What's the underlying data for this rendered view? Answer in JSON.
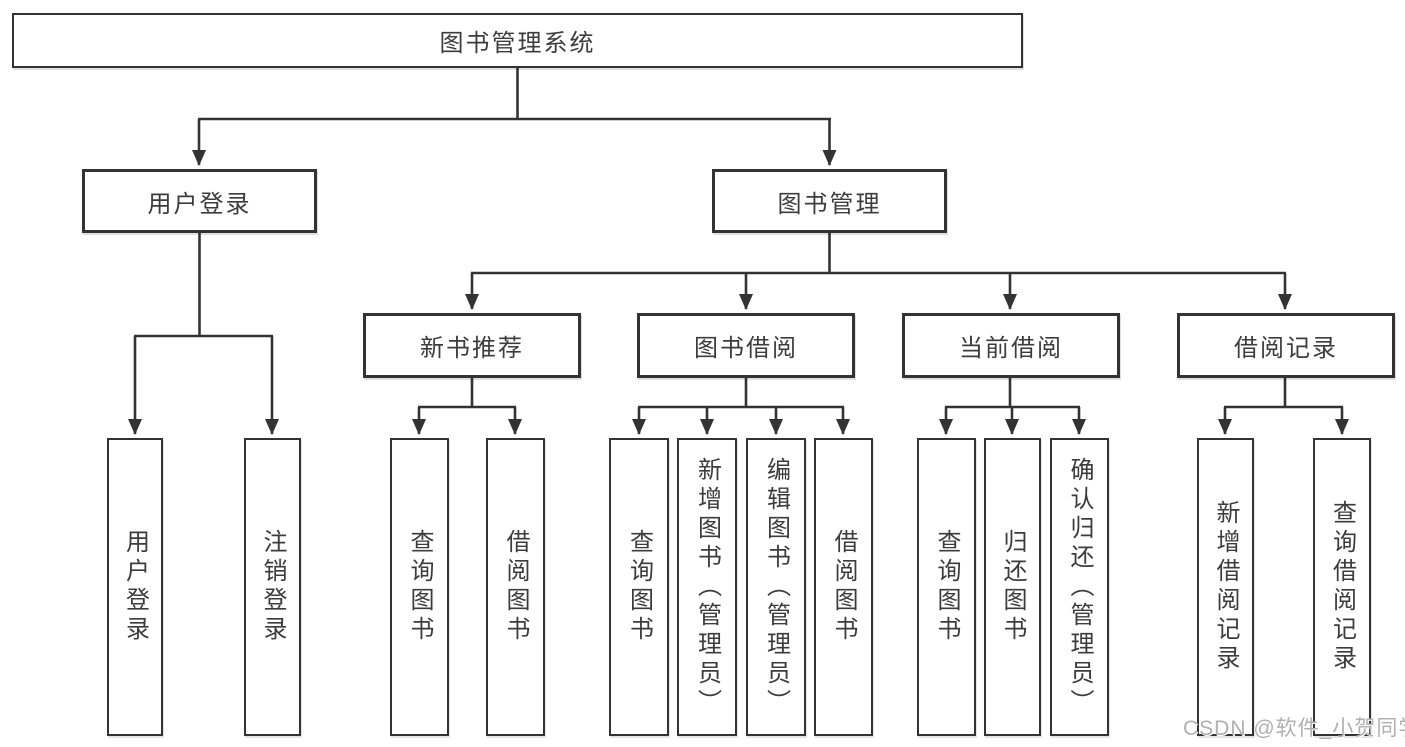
{
  "diagram": {
    "line_color": "#333333",
    "text_color": "#3c3c3c",
    "background_color": "#ffffff",
    "tree": {
      "label": "图书管理系统",
      "children": [
        {
          "label": "用户登录",
          "children": [
            {
              "label": "用户登录"
            },
            {
              "label": "注销登录"
            }
          ]
        },
        {
          "label": "图书管理",
          "children": [
            {
              "label": "新书推荐",
              "children": [
                {
                  "label": "查询图书"
                },
                {
                  "label": "借阅图书"
                }
              ]
            },
            {
              "label": "图书借阅",
              "children": [
                {
                  "label": "查询图书"
                },
                {
                  "label": "新增图书（管理员）"
                },
                {
                  "label": "编辑图书（管理员）"
                },
                {
                  "label": "借阅图书"
                }
              ]
            },
            {
              "label": "当前借阅",
              "children": [
                {
                  "label": "查询图书"
                },
                {
                  "label": "归还图书"
                },
                {
                  "label": "确认归还（管理员）"
                }
              ]
            },
            {
              "label": "借阅记录",
              "children": [
                {
                  "label": "新增借阅记录"
                },
                {
                  "label": "查询借阅记录"
                }
              ]
            }
          ]
        }
      ]
    }
  },
  "watermark": {
    "text": "CSDN @软件_小贺同学",
    "color": "#b0b0b0"
  }
}
